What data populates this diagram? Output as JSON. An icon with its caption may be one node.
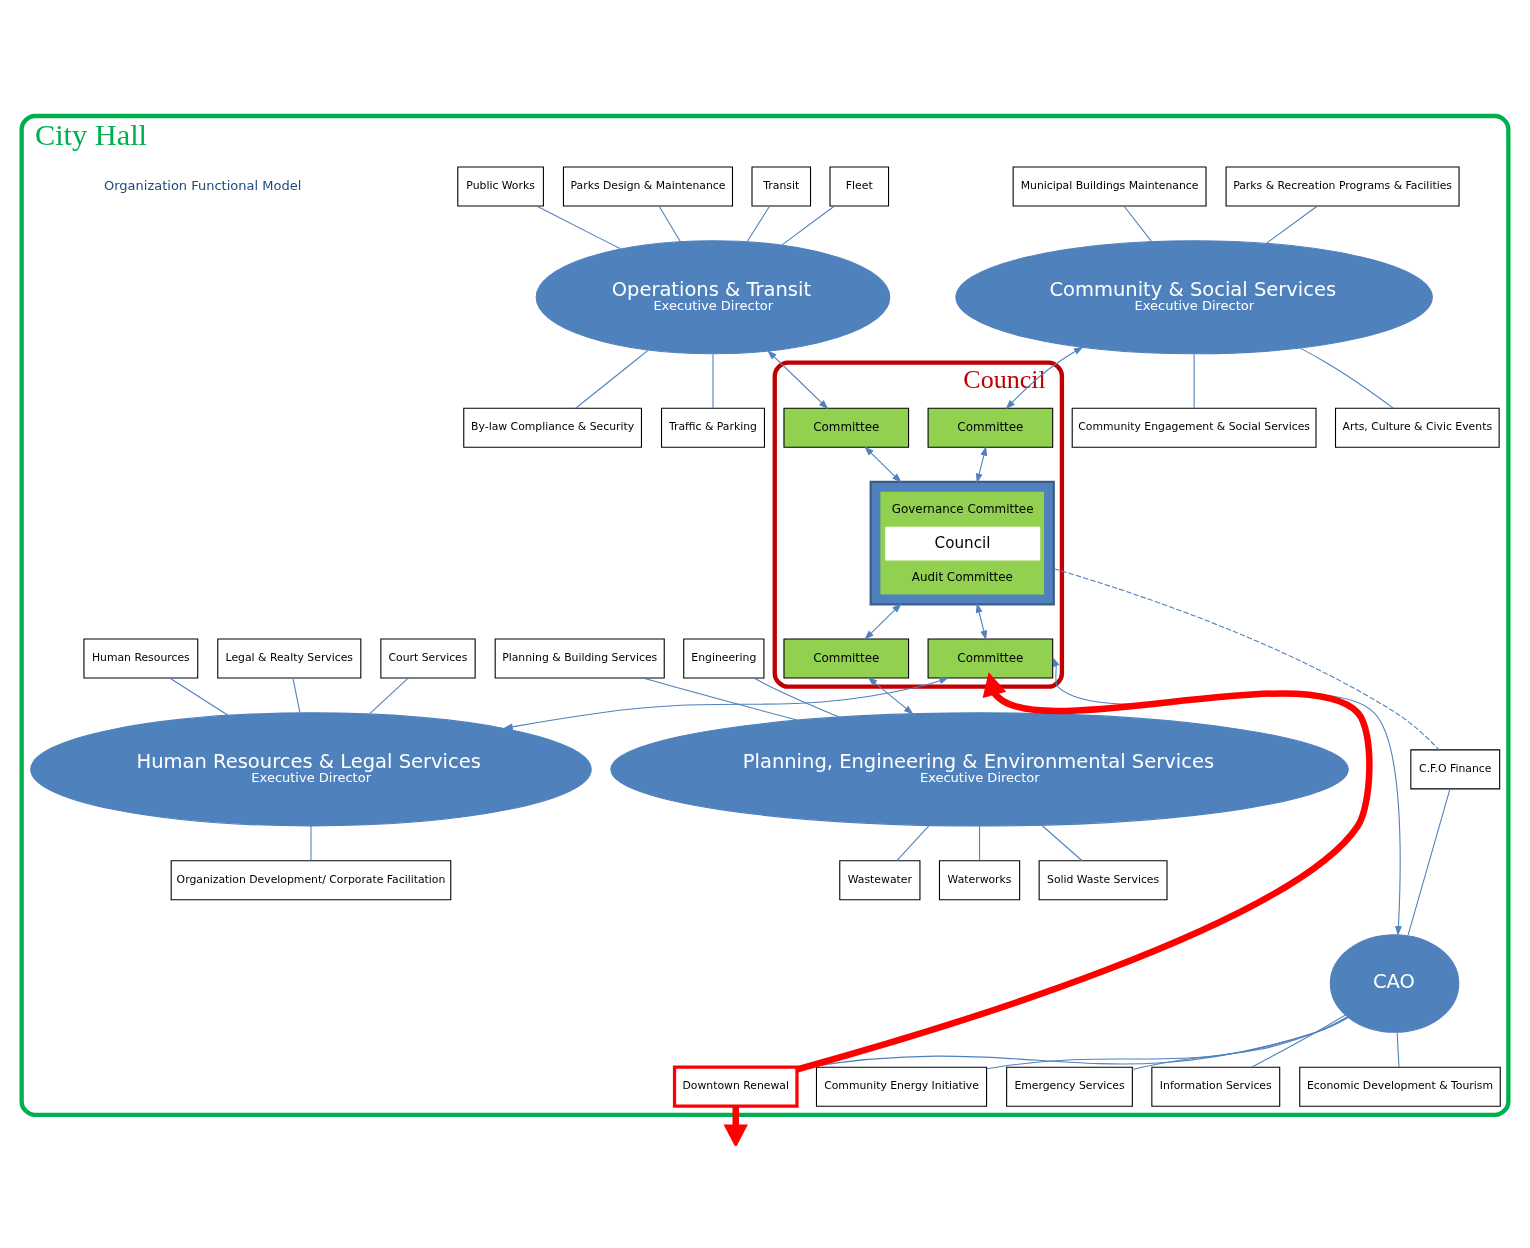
{
  "diagram": {
    "nodes": [
      {
        "text": [
          "City Hall"
        ]
      },
      {
        "text": [
          "Council"
        ],
        "in": 0
      },
      {
        "text": [
          "Governance Committee",
          "Council",
          "Audit Committee"
        ],
        "in": 1
      },
      {
        "text": [
          "Committee"
        ],
        "in": 1
      },
      {
        "text": [
          "Committee"
        ],
        "in": 1
      },
      {
        "text": [
          "Committee"
        ],
        "in": 1
      },
      {
        "text": [
          "Committee"
        ],
        "in": 1
      },
      {
        "text": [
          "Community & Social Services",
          "Executive Director"
        ],
        "in": 0
      },
      {
        "text": [
          "Operations & Transit",
          "Executive Director"
        ],
        "in": 0
      },
      {
        "text": [
          "Planning, Engineering & Environmental Services",
          "Executive Director"
        ],
        "in": 0
      },
      {
        "text": [
          "Human Resources & Legal Services",
          "Executive Director"
        ],
        "in": 0
      },
      {
        "text": [
          "CAO"
        ],
        "in": 0
      },
      {
        "text": [
          "Municipal Buildings Maintenance"
        ],
        "in": 0
      },
      {
        "text": [
          "Parks & Recreation Programs & Facilities"
        ],
        "in": 0
      },
      {
        "text": [
          "Arts, Culture & Civic Events"
        ],
        "in": 0
      },
      {
        "text": [
          "Community Engagement & Social Services"
        ],
        "in": 0
      },
      {
        "text": [
          "Public Works"
        ],
        "in": 0
      },
      {
        "text": [
          "Fleet"
        ],
        "in": 0
      },
      {
        "text": [
          "Transit"
        ],
        "in": 0
      },
      {
        "text": [
          "Parks Design & Maintenance"
        ],
        "in": 0
      },
      {
        "text": [
          "By-law Compliance & Security"
        ],
        "in": 0
      },
      {
        "text": [
          "Traffic & Parking"
        ],
        "in": 0
      },
      {
        "text": [
          "Planning & Building Services"
        ],
        "in": 0
      },
      {
        "text": [
          "Engineering"
        ],
        "in": 0
      },
      {
        "text": [
          "Wastewater"
        ],
        "in": 0
      },
      {
        "text": [
          "Waterworks"
        ],
        "in": 0
      },
      {
        "text": [
          "Solid Waste Services"
        ],
        "in": 0
      },
      {
        "text": [
          "Legal & Realty Services"
        ],
        "in": 0
      },
      {
        "text": [
          "Human Resources"
        ],
        "in": 0
      },
      {
        "text": [
          "Court Services"
        ],
        "in": 0
      },
      {
        "text": [
          "Organization Development/ Corporate Facilitation"
        ],
        "in": 0
      },
      {
        "text": [
          "C.F.O Finance"
        ],
        "in": 0
      },
      {
        "text": [
          "Economic Development & Tourism"
        ],
        "in": 0
      },
      {
        "text": [
          "Downtown Renewal"
        ],
        "in": 0
      },
      {
        "text": [
          "Community Energy Initiative"
        ],
        "in": 0
      },
      {
        "text": [
          "Emergency Services"
        ],
        "in": 0
      },
      {
        "text": [
          "Information Services"
        ],
        "in": 0
      }
    ],
    "edges": [
      {
        "from": 12,
        "to": 7,
        "arrow": "none"
      },
      {
        "from": 13,
        "to": 7,
        "arrow": "none"
      },
      {
        "from": 7,
        "to": 14,
        "arrow": "none"
      },
      {
        "from": 7,
        "to": 15,
        "arrow": "none"
      },
      {
        "from": 16,
        "to": 8,
        "arrow": "none"
      },
      {
        "from": 17,
        "to": 8,
        "arrow": "none"
      },
      {
        "from": 18,
        "to": 8,
        "arrow": "none"
      },
      {
        "from": 19,
        "to": 8,
        "arrow": "none"
      },
      {
        "from": 8,
        "to": 20,
        "arrow": "none"
      },
      {
        "from": 8,
        "to": 21,
        "arrow": "none"
      },
      {
        "from": 22,
        "to": 9,
        "arrow": "none"
      },
      {
        "from": 23,
        "to": 9,
        "arrow": "none"
      },
      {
        "from": 9,
        "to": 24,
        "arrow": "none"
      },
      {
        "from": 9,
        "to": 25,
        "arrow": "none"
      },
      {
        "from": 9,
        "to": 26,
        "arrow": "none"
      },
      {
        "from": 27,
        "to": 10,
        "arrow": "none"
      },
      {
        "from": 28,
        "to": 10,
        "arrow": "none"
      },
      {
        "from": 29,
        "to": 10,
        "arrow": "none"
      },
      {
        "from": 10,
        "to": 30,
        "arrow": "none"
      },
      {
        "from": 11,
        "to": 32,
        "arrow": "none"
      },
      {
        "from": 11,
        "to": 33,
        "arrow": "none"
      },
      {
        "from": 11,
        "to": 34,
        "arrow": "none"
      },
      {
        "from": 11,
        "to": 35,
        "arrow": "none"
      },
      {
        "from": 11,
        "to": 36,
        "arrow": "none"
      },
      {
        "from": 7,
        "to": 3,
        "arrow": "both"
      },
      {
        "from": 8,
        "to": 4,
        "arrow": "both"
      },
      {
        "from": 3,
        "to": 2,
        "arrow": "both"
      },
      {
        "from": 4,
        "to": 2,
        "arrow": "both"
      },
      {
        "from": 2,
        "to": 5,
        "arrow": "both"
      },
      {
        "from": 2,
        "to": 6,
        "arrow": "both"
      },
      {
        "from": 5,
        "to": 9,
        "arrow": "both"
      },
      {
        "from": 6,
        "to": 10,
        "arrow": "both"
      },
      {
        "from": 2,
        "to": 31,
        "arrow": "none",
        "style": "dashed"
      },
      {
        "from": 31,
        "to": 11,
        "arrow": "none"
      },
      {
        "from": 6,
        "to": 11,
        "arrow": "both"
      },
      {
        "from": 33,
        "to": 6,
        "arrow": "to",
        "style": "thick",
        "color": "#ff0000"
      },
      {
        "from": 33,
        "to": null,
        "arrow": "to",
        "style": "thick",
        "color": "#ff0000"
      }
    ],
    "labels": [
      "Organization Functional Model"
    ]
  }
}
